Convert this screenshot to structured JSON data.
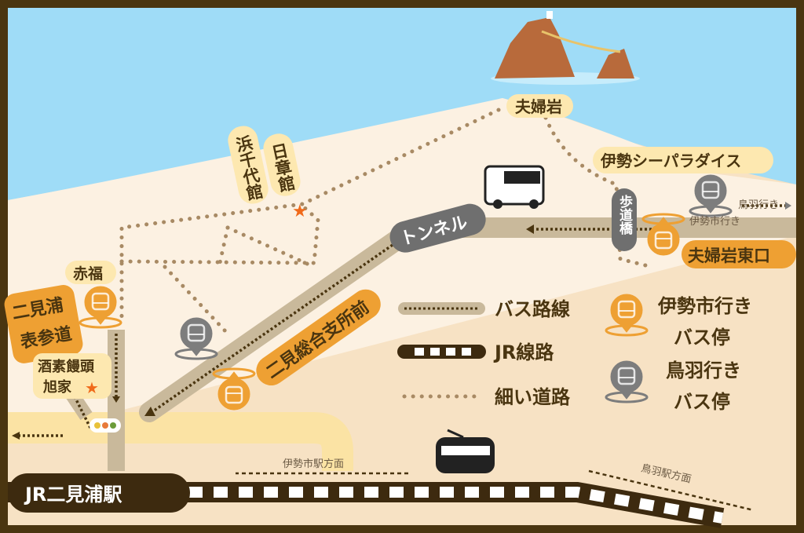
{
  "colors": {
    "sea": "#9fdcf7",
    "sand": "#f7e2c4",
    "beach": "#fcf1e2",
    "frame": "#4a3510",
    "road": "#c9b99b",
    "orange": "#eea033",
    "gray": "#7d7d7d",
    "dark": "#3d2a0f"
  },
  "places": {
    "meoto_iwa": "夫婦岩",
    "hamachiyokan": "浜千代館",
    "nisshokan": "日章館",
    "akafuku": "赤福",
    "omote_sando": [
      "二見浦",
      "表参道"
    ],
    "sakasu_manju": [
      "酒素饅頭",
      "旭家"
    ],
    "sogo_shisho": "二見総合支所前",
    "tunnel": "トンネル",
    "sea_paradise": "伊勢シーパラダイス",
    "hodokyo": "歩道橋",
    "meoto_higashi": "夫婦岩東口",
    "station": "JR二見浦駅"
  },
  "directions": {
    "toba_bus": "鳥羽行き",
    "ise_bus": "伊勢市行き",
    "ise_station": "伊勢市駅方面",
    "toba_station": "鳥羽駅方面"
  },
  "legend": {
    "bus_route": "バス路線",
    "jr_line": "JR線路",
    "narrow_road": "細い道路",
    "ise_stop": [
      "伊勢市行き",
      "バス停"
    ],
    "toba_stop": [
      "鳥羽行き",
      "バス停"
    ]
  }
}
